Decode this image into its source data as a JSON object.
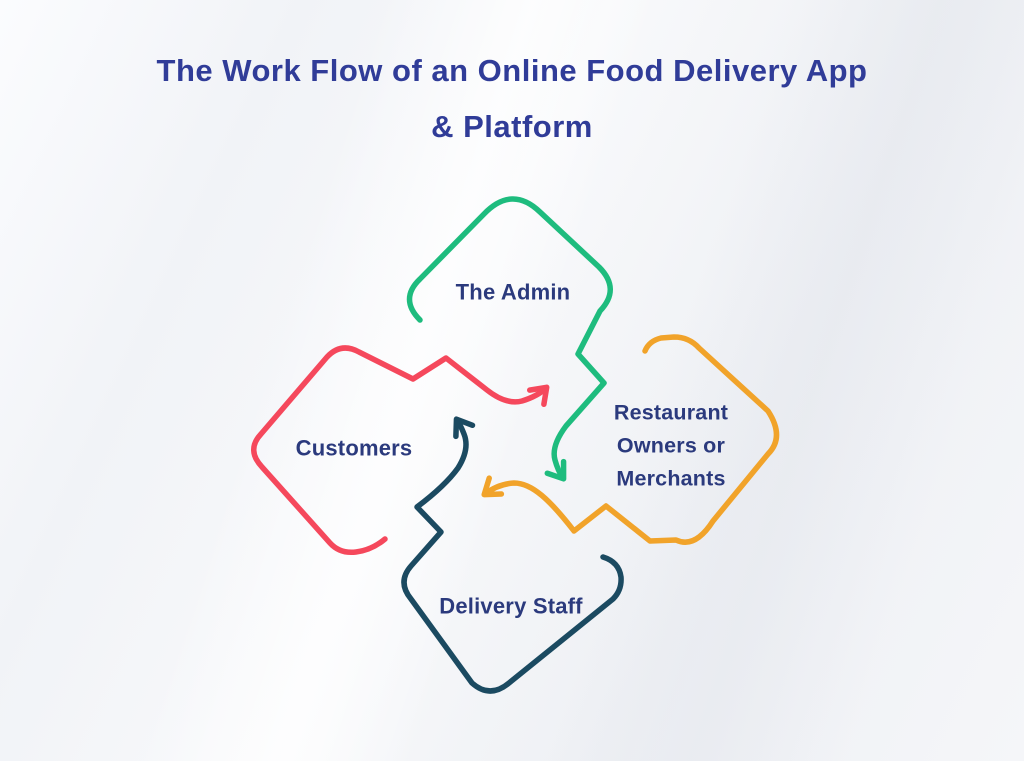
{
  "title": {
    "line1": "The Work Flow of an Online Food Delivery App",
    "line2": "& Platform",
    "color": "#303c98"
  },
  "diagram": {
    "label_color": "#2b3a7d",
    "background_color": "#f3f4f8",
    "nodes": [
      {
        "id": "admin",
        "label": "The Admin",
        "color": "#1ebc7e",
        "position": "top"
      },
      {
        "id": "customers",
        "label": "Customers",
        "color": "#f5485c",
        "position": "left"
      },
      {
        "id": "merchants",
        "label": "Restaurant Owners or Merchants",
        "label_lines": [
          "Restaurant",
          "Owners or",
          "Merchants"
        ],
        "color": "#f1a32a",
        "position": "right"
      },
      {
        "id": "delivery-staff",
        "label": "Delivery Staff",
        "color": "#1b4a61",
        "position": "bottom"
      }
    ],
    "arrows": [
      {
        "from": "customers",
        "to": "admin",
        "direction": "up-right"
      },
      {
        "from": "admin",
        "to": "merchants",
        "direction": "down"
      },
      {
        "from": "merchants",
        "to": "delivery-staff",
        "direction": "left"
      },
      {
        "from": "delivery-staff",
        "to": "customers",
        "direction": "up"
      }
    ]
  }
}
